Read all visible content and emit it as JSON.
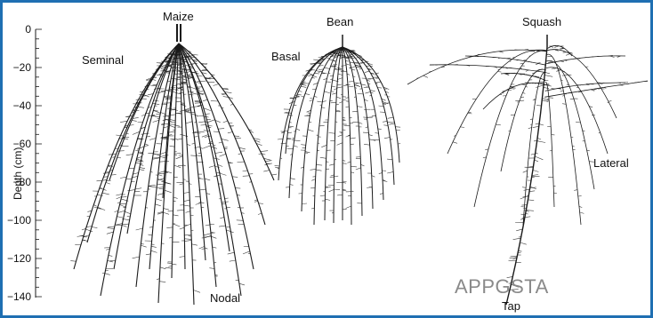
{
  "axis": {
    "label": "Depth (cm)",
    "ticks": [
      "0",
      "−20",
      "−40",
      "−60",
      "−80",
      "−100",
      "−120",
      "−140"
    ]
  },
  "plants": {
    "maize": {
      "title": "Maize",
      "labels": [
        "Seminal",
        "Nodal"
      ]
    },
    "bean": {
      "title": "Bean",
      "labels": [
        "Basal"
      ]
    },
    "squash": {
      "title": "Squash",
      "labels": [
        "Lateral",
        "Tap"
      ]
    }
  },
  "watermark": "APPGSTA",
  "colors": {
    "border": "#1f6fb2",
    "roots": "#1a1a1a",
    "watermark": "#8a8a8a"
  }
}
